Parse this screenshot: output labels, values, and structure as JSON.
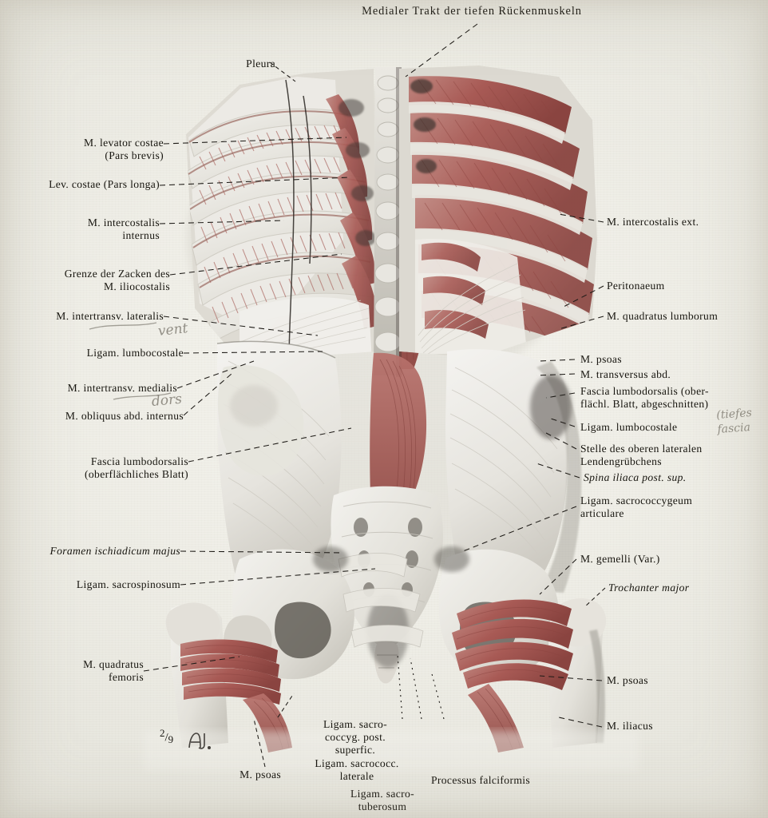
{
  "plate": {
    "title": "Medialer Trakt der tiefen Rückenmuskeln",
    "scale_numerator": "2",
    "scale_denominator": "9",
    "scale_slash": "/",
    "artist_monogram": "AJ."
  },
  "colors": {
    "paper": "#efeee8",
    "ink": "#17150f",
    "muscle": "#a85a55",
    "muscle_deep": "#8e4540",
    "muscle_light": "#c98e86",
    "bone": "#e9e7e1",
    "bone_shadow": "#b5b2aa",
    "fascia": "#f1f0ec",
    "pencil": "#6e6a60"
  },
  "labels_left": [
    {
      "id": "m-levator-costae",
      "text": "M. levator costae\n(Pars brevis)",
      "align": "right"
    },
    {
      "id": "lev-costae-longa",
      "text": "Lev. costae (Pars longa)",
      "align": "right"
    },
    {
      "id": "m-intercostalis-internus",
      "text": "M. intercostalis\ninternus",
      "align": "right"
    },
    {
      "id": "grenze-zacken-iliocostalis",
      "text": "Grenze der Zacken des\nM. iliocostalis",
      "align": "right"
    },
    {
      "id": "m-intertransv-lateralis",
      "text": "M. intertransv. lateralis",
      "align": "right"
    },
    {
      "id": "ligam-lumbocostale-left",
      "text": "Ligam. lumbocostale",
      "align": "right"
    },
    {
      "id": "m-intertransv-medialis",
      "text": "M. intertransv. medialis",
      "align": "right"
    },
    {
      "id": "m-obliquus-abd-internus",
      "text": "M. obliquus abd. internus",
      "align": "right"
    },
    {
      "id": "fascia-lumbodorsalis-left",
      "text": "Fascia lumbodorsalis\n(oberflächliches Blatt)",
      "align": "right"
    },
    {
      "id": "foramen-ischiadicum-majus",
      "text": "Foramen ischiadicum majus",
      "align": "right",
      "style": "italic"
    },
    {
      "id": "ligam-sacrospinosum",
      "text": "Ligam. sacrospinosum",
      "align": "right"
    },
    {
      "id": "m-quadratus-femoris",
      "text": "M. quadratus\nfemoris",
      "align": "right"
    },
    {
      "id": "m-psoas-bottom-left",
      "text": "M. psoas",
      "align": "right"
    }
  ],
  "labels_top": [
    {
      "id": "pleura",
      "text": "Pleura",
      "align": "right"
    }
  ],
  "labels_right": [
    {
      "id": "m-intercostalis-ext",
      "text": "M. intercostalis ext.",
      "align": "left"
    },
    {
      "id": "peritonaeum",
      "text": "Peritonaeum",
      "align": "left"
    },
    {
      "id": "m-quadratus-lumborum",
      "text": "M. quadratus lumborum",
      "align": "left"
    },
    {
      "id": "m-psoas-right",
      "text": "M. psoas",
      "align": "left"
    },
    {
      "id": "m-transversus-abd",
      "text": "M. transversus abd.",
      "align": "left"
    },
    {
      "id": "fascia-lumbodorsalis-right",
      "text": "Fascia lumbodorsalis (ober-\nflächl. Blatt, abgeschnitten)",
      "align": "left"
    },
    {
      "id": "ligam-lumbocostale-right",
      "text": "Ligam. lumbocostale",
      "align": "left"
    },
    {
      "id": "stelle-lendengruebchens",
      "text": "Stelle des oberen lateralen\nLendengrübchens",
      "align": "left"
    },
    {
      "id": "spina-iliaca-post-sup",
      "text": "Spina iliaca post. sup.",
      "align": "left",
      "style": "italic"
    },
    {
      "id": "ligam-sacrococcygeum-articulare",
      "text": "Ligam. sacrococcygeum\narticulare",
      "align": "left"
    },
    {
      "id": "m-gemelli-var",
      "text": "M. gemelli (Var.)",
      "align": "left"
    },
    {
      "id": "trochanter-major",
      "text": "Trochanter major",
      "align": "left",
      "style": "italic"
    },
    {
      "id": "m-psoas-right-lower",
      "text": "M. psoas",
      "align": "left"
    },
    {
      "id": "m-iliacus",
      "text": "M. iliacus",
      "align": "left"
    }
  ],
  "labels_bottom": [
    {
      "id": "ligam-sacrococcyg-post-superfic",
      "text": "Ligam. sacro-\ncoccyg. post.\nsuperfic.",
      "align": "center"
    },
    {
      "id": "ligam-sacrococc-laterale",
      "text": "Ligam. sacrococc.\nlaterale",
      "align": "center"
    },
    {
      "id": "ligam-sacrotuberosum",
      "text": "Ligam. sacro-\ntuberosum",
      "align": "center"
    },
    {
      "id": "processus-falciformis",
      "text": "Processus falciformis",
      "align": "left"
    }
  ],
  "handwritten": [
    {
      "id": "pencil-vent",
      "text": "vent"
    },
    {
      "id": "pencil-dors",
      "text": "dors"
    },
    {
      "id": "pencil-tiefes-fascia",
      "text": "(tiefes\nfascia"
    }
  ]
}
